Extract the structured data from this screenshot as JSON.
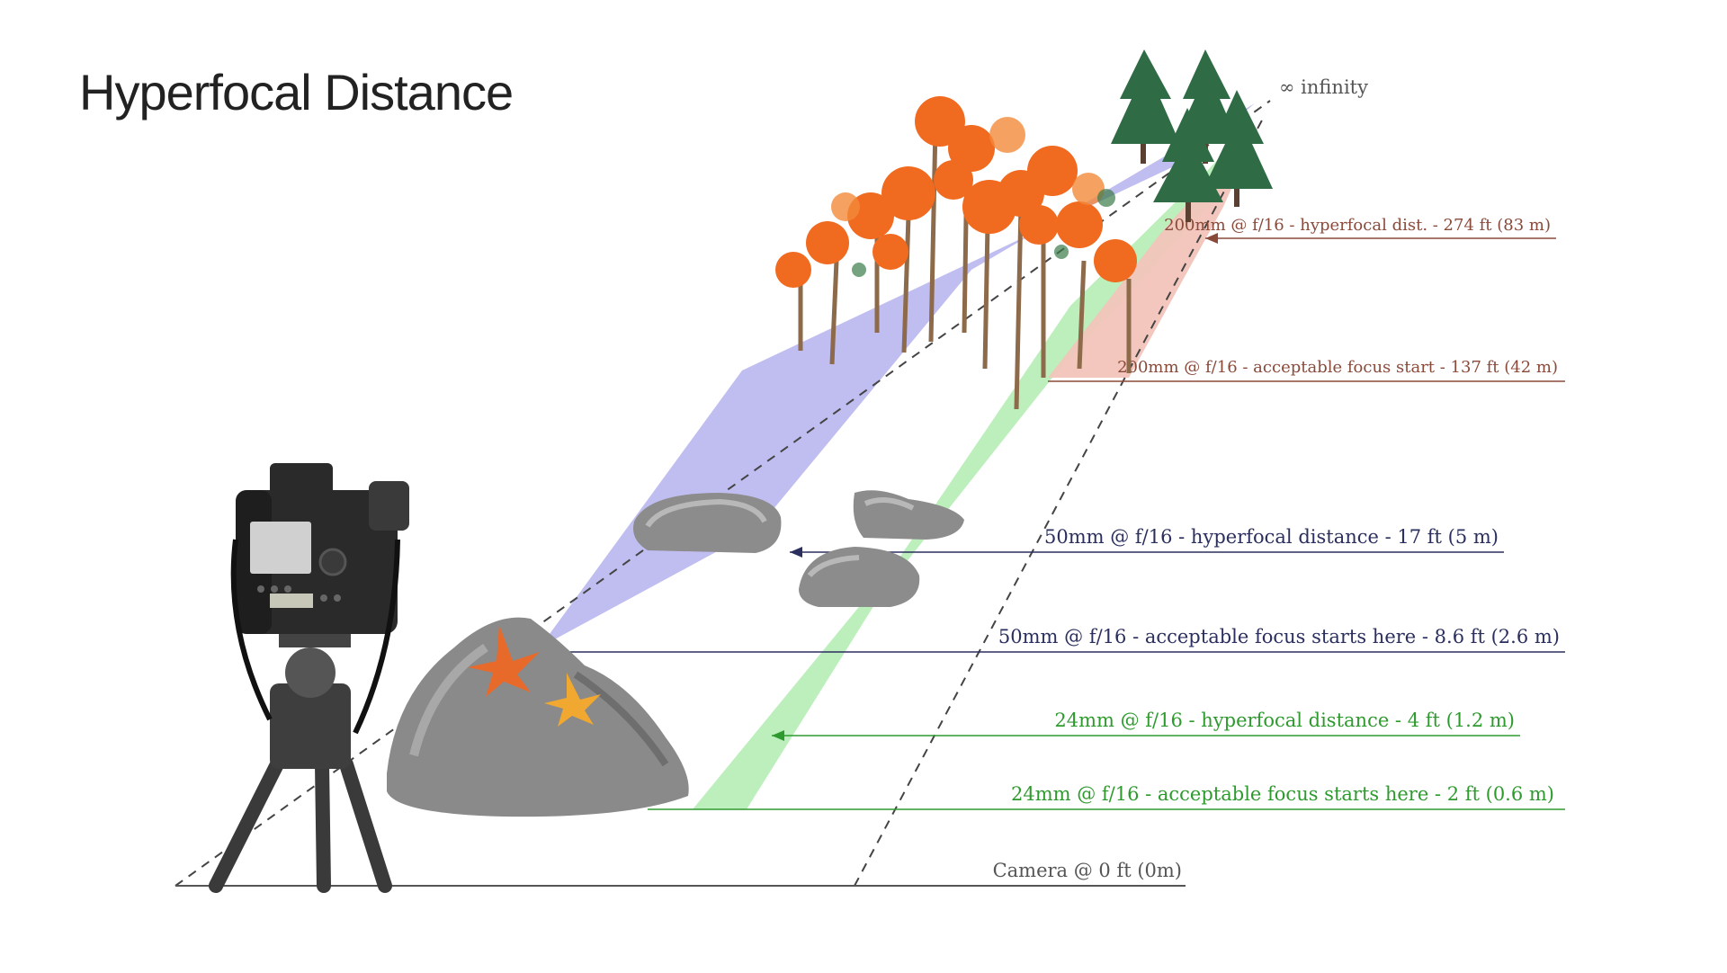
{
  "title": "Hyperfocal Distance",
  "infinity_label": "∞ infinity",
  "levels": [
    {
      "id": "tele-hyperfocal",
      "text": "200mm @ f/16 - hyperfocal dist. - 274 ft (83 m)",
      "color": "#8a4a3a"
    },
    {
      "id": "tele-start",
      "text": "200mm @ f/16 - acceptable focus start - 137 ft (42 m)",
      "color": "#8a4a3a"
    },
    {
      "id": "normal-hyperfocal",
      "text": "50mm @ f/16 - hyperfocal distance - 17 ft (5 m)",
      "color": "#2b2f5e"
    },
    {
      "id": "normal-start",
      "text": "50mm @ f/16 - acceptable focus starts here - 8.6 ft (2.6 m)",
      "color": "#2b2f5e"
    },
    {
      "id": "wide-hyperfocal",
      "text": "24mm @ f/16 - hyperfocal distance - 4 ft (1.2 m)",
      "color": "#2e9a2e"
    },
    {
      "id": "wide-start",
      "text": "24mm @ f/16 - acceptable focus starts here - 2 ft (0.6 m)",
      "color": "#2e9a2e"
    },
    {
      "id": "camera",
      "text": "Camera @ 0 ft (0m)",
      "color": "#555555"
    }
  ],
  "colors": {
    "blue_zone": "#b9b6ee",
    "green_zone": "#b8eeb8",
    "red_zone": "#f2c4ba",
    "rock": "#8a8a8a",
    "orange_foliage": "#f06a20",
    "pine": "#2f6b45"
  }
}
